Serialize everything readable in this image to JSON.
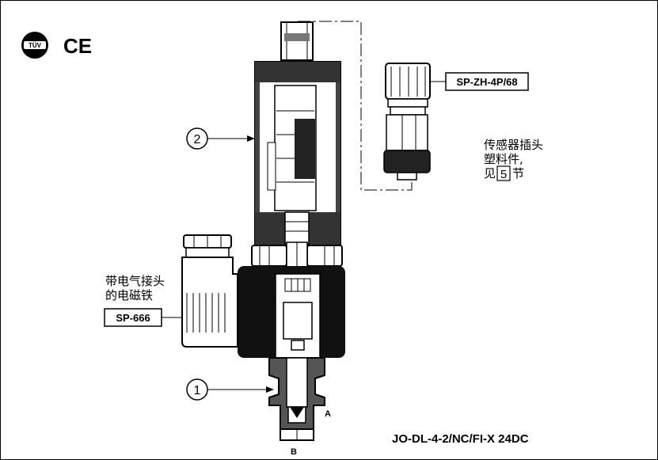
{
  "certifications": {
    "tuv_text": "TÜV",
    "ce_text": "CE",
    "colors": {
      "mark": "#000000",
      "inner": "#ffffff"
    }
  },
  "callouts": {
    "item1": "1",
    "item2": "2"
  },
  "labels": {
    "connector_code": "SP-ZH-4P/68",
    "solenoid_code": "SP-666",
    "sensor_note_line1": "传感器插头",
    "sensor_note_line2": "塑料件,",
    "sensor_note_line3_prefix": "见",
    "sensor_note_section": "5",
    "sensor_note_line3_suffix": "节",
    "solenoid_note_line1": "带电气接头",
    "solenoid_note_line2": "的电磁铁",
    "port_a": "A",
    "port_b": "B",
    "model": "JO-DL-4-2/NC/FI-X 24DC"
  }
}
